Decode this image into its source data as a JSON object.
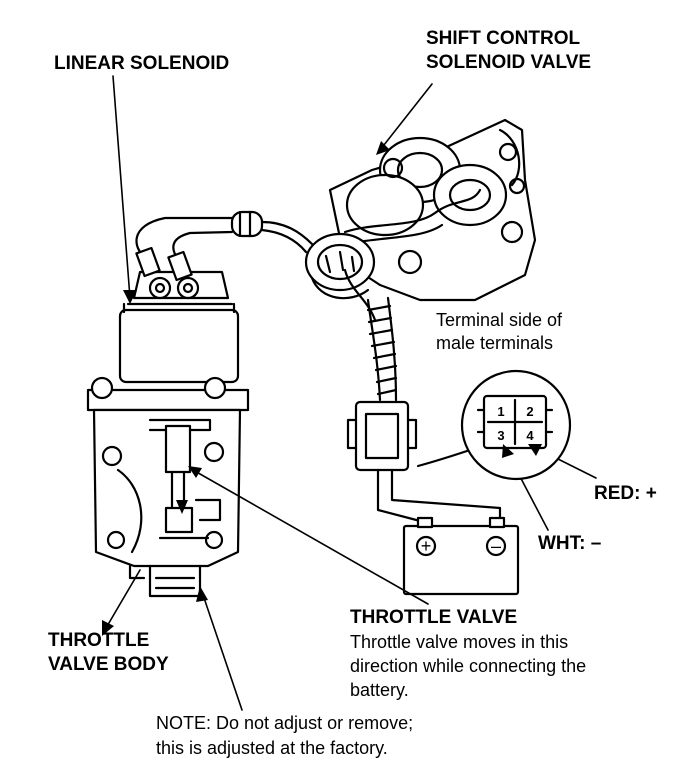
{
  "labels": {
    "linear_solenoid": "LINEAR SOLENOID",
    "shift_control_line1": "SHIFT CONTROL",
    "shift_control_line2": "SOLENOID VALVE",
    "terminal_side_line1": "Terminal side of",
    "terminal_side_line2": "male terminals",
    "red": "RED: +",
    "wht": "WHT: –",
    "throttle_valve_title": "THROTTLE VALVE",
    "throttle_valve_desc1": "Throttle valve moves in this",
    "throttle_valve_desc2": "direction while connecting the",
    "throttle_valve_desc3": "battery.",
    "throttle_body_line1": "THROTTLE",
    "throttle_body_line2": "VALVE BODY",
    "note_line1": "NOTE:  Do not adjust or remove;",
    "note_line2": "this is adjusted at the factory."
  },
  "connector_pins": [
    "1",
    "2",
    "3",
    "4"
  ],
  "battery_terminals": [
    "+",
    "–"
  ],
  "colors": {
    "ink": "#000000",
    "paper": "#ffffff"
  }
}
